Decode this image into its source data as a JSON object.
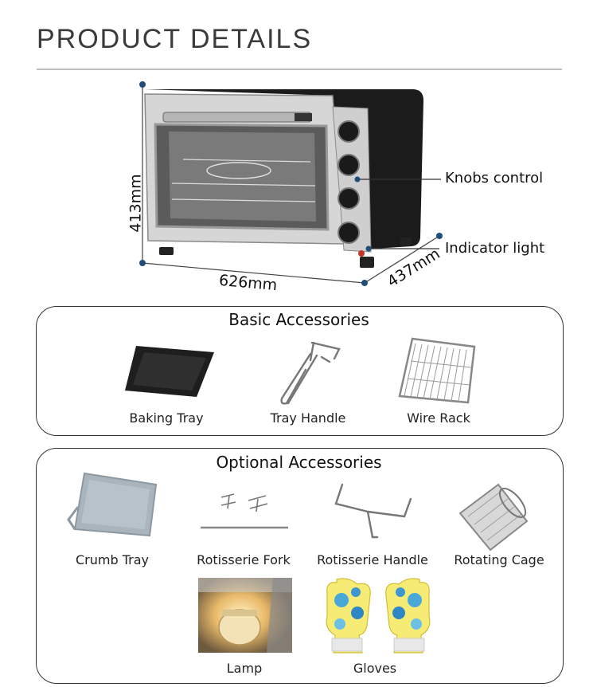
{
  "header": {
    "title": "PRODUCT  DETAILS"
  },
  "product": {
    "dimensions": {
      "height": "413mm",
      "width": "626mm",
      "depth": "437mm"
    },
    "callouts": {
      "knobs": "Knobs control",
      "indicator": "Indicator light"
    }
  },
  "basic_accessories": {
    "title": "Basic Accessories",
    "items": [
      {
        "label": "Baking Tray",
        "icon": "baking-tray-icon"
      },
      {
        "label": "Tray Handle",
        "icon": "tray-handle-icon"
      },
      {
        "label": "Wire Rack",
        "icon": "wire-rack-icon"
      }
    ]
  },
  "optional_accessories": {
    "title": "Optional Accessories",
    "items": [
      {
        "label": "Crumb Tray",
        "icon": "crumb-tray-icon"
      },
      {
        "label": "Rotisserie Fork",
        "icon": "rotisserie-fork-icon"
      },
      {
        "label": "Rotisserie Handle",
        "icon": "rotisserie-handle-icon"
      },
      {
        "label": "Rotating Cage",
        "icon": "rotating-cage-icon"
      },
      {
        "label": "Lamp",
        "icon": "lamp-icon"
      },
      {
        "label": "Gloves",
        "icon": "gloves-icon"
      }
    ]
  },
  "colors": {
    "rule": "#bdbdbd",
    "dot": "#1f4e79",
    "panel_border": "#333333",
    "oven_body": "#1b1b1b",
    "oven_front": "#c9c9c9"
  }
}
